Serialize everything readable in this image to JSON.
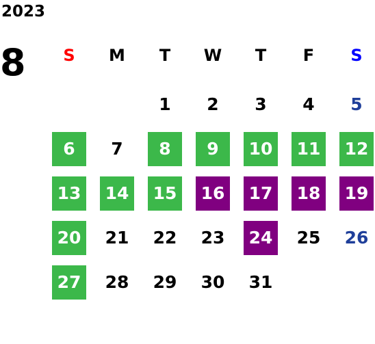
{
  "year": "2023",
  "month": "8",
  "colors": {
    "green": "#3cb84a",
    "purple": "#800080",
    "sunday": "#ff0000",
    "saturday": "#0000ff",
    "saturday_date": "#1f3f9a"
  },
  "weekdays": [
    "S",
    "M",
    "T",
    "W",
    "T",
    "F",
    "S"
  ],
  "first_weekday_index": 2,
  "days": [
    {
      "d": "1",
      "s": ""
    },
    {
      "d": "2",
      "s": ""
    },
    {
      "d": "3",
      "s": ""
    },
    {
      "d": "4",
      "s": ""
    },
    {
      "d": "5",
      "s": "sat"
    },
    {
      "d": "6",
      "s": "green"
    },
    {
      "d": "7",
      "s": ""
    },
    {
      "d": "8",
      "s": "green"
    },
    {
      "d": "9",
      "s": "green"
    },
    {
      "d": "10",
      "s": "green"
    },
    {
      "d": "11",
      "s": "green"
    },
    {
      "d": "12",
      "s": "green"
    },
    {
      "d": "13",
      "s": "green"
    },
    {
      "d": "14",
      "s": "green"
    },
    {
      "d": "15",
      "s": "green"
    },
    {
      "d": "16",
      "s": "purple"
    },
    {
      "d": "17",
      "s": "purple"
    },
    {
      "d": "18",
      "s": "purple"
    },
    {
      "d": "19",
      "s": "purple"
    },
    {
      "d": "20",
      "s": "green"
    },
    {
      "d": "21",
      "s": ""
    },
    {
      "d": "22",
      "s": ""
    },
    {
      "d": "23",
      "s": ""
    },
    {
      "d": "24",
      "s": "purple"
    },
    {
      "d": "25",
      "s": ""
    },
    {
      "d": "26",
      "s": "sat"
    },
    {
      "d": "27",
      "s": "green"
    },
    {
      "d": "28",
      "s": ""
    },
    {
      "d": "29",
      "s": ""
    },
    {
      "d": "30",
      "s": ""
    },
    {
      "d": "31",
      "s": ""
    }
  ]
}
